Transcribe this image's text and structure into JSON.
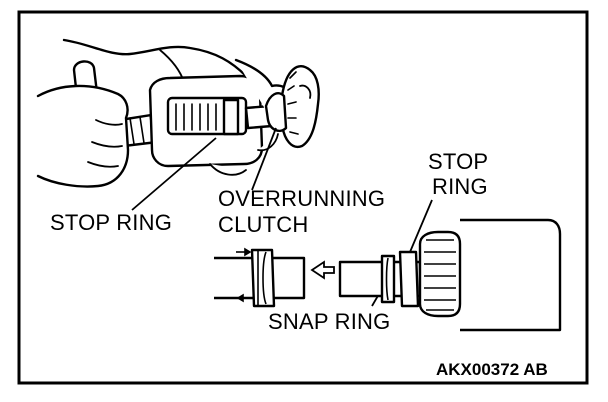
{
  "labels": {
    "stop_ring_left": "STOP RING",
    "overrunning_line1": "OVERRUNNING",
    "overrunning_line2": "CLUTCH",
    "stop_ring_right_line1": "STOP",
    "stop_ring_right_line2": "RING",
    "snap_ring": "SNAP RING"
  },
  "figure_code": "AKX00372 AB"
}
